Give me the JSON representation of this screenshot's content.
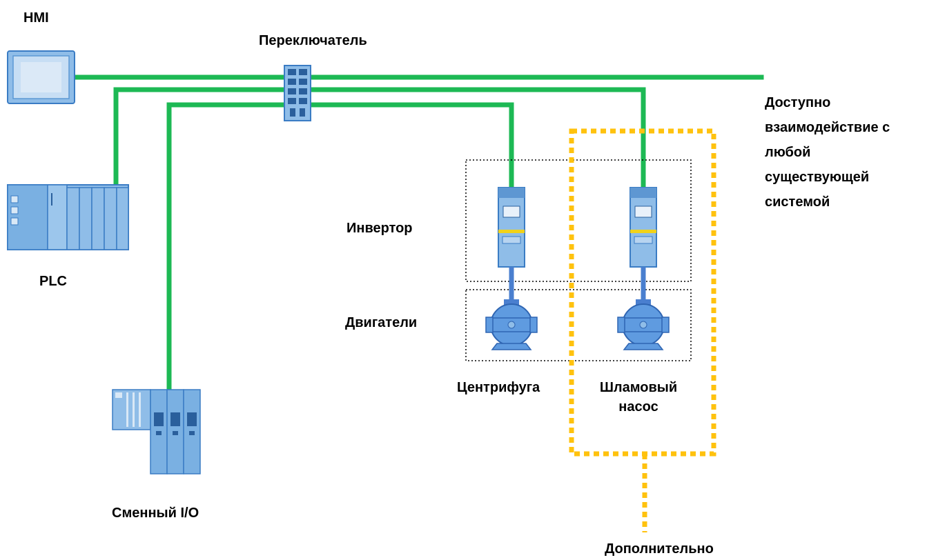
{
  "labels": {
    "hmi": "HMI",
    "switch": "Переключатель",
    "plc": "PLC",
    "io": "Сменный I/O",
    "inverter": "Инвертор",
    "motors": "Двигатели",
    "centrifuge": "Центрифуга",
    "pump_line1": "Шламовый",
    "pump_line2": "насос",
    "access_line1": "Доступно",
    "access_line2": "взаимодействие с",
    "access_line3": "любой",
    "access_line4": "существующей",
    "access_line5": "системой",
    "optional": "Дополнительно"
  },
  "colors": {
    "network": "#1db954",
    "device_fill": "#9cc6ec",
    "device_stroke": "#3a7cc4",
    "motor_fill": "#5f9be0",
    "link": "#4a7fcf",
    "optional_border": "#ffc20e",
    "group_border": "#000000"
  },
  "icons": {
    "hmi": "hmi-panel-icon",
    "switch": "network-switch-icon",
    "plc": "plc-rack-icon",
    "io": "distributed-io-icon",
    "inverter": "frequency-inverter-icon",
    "motor": "electric-motor-icon"
  }
}
